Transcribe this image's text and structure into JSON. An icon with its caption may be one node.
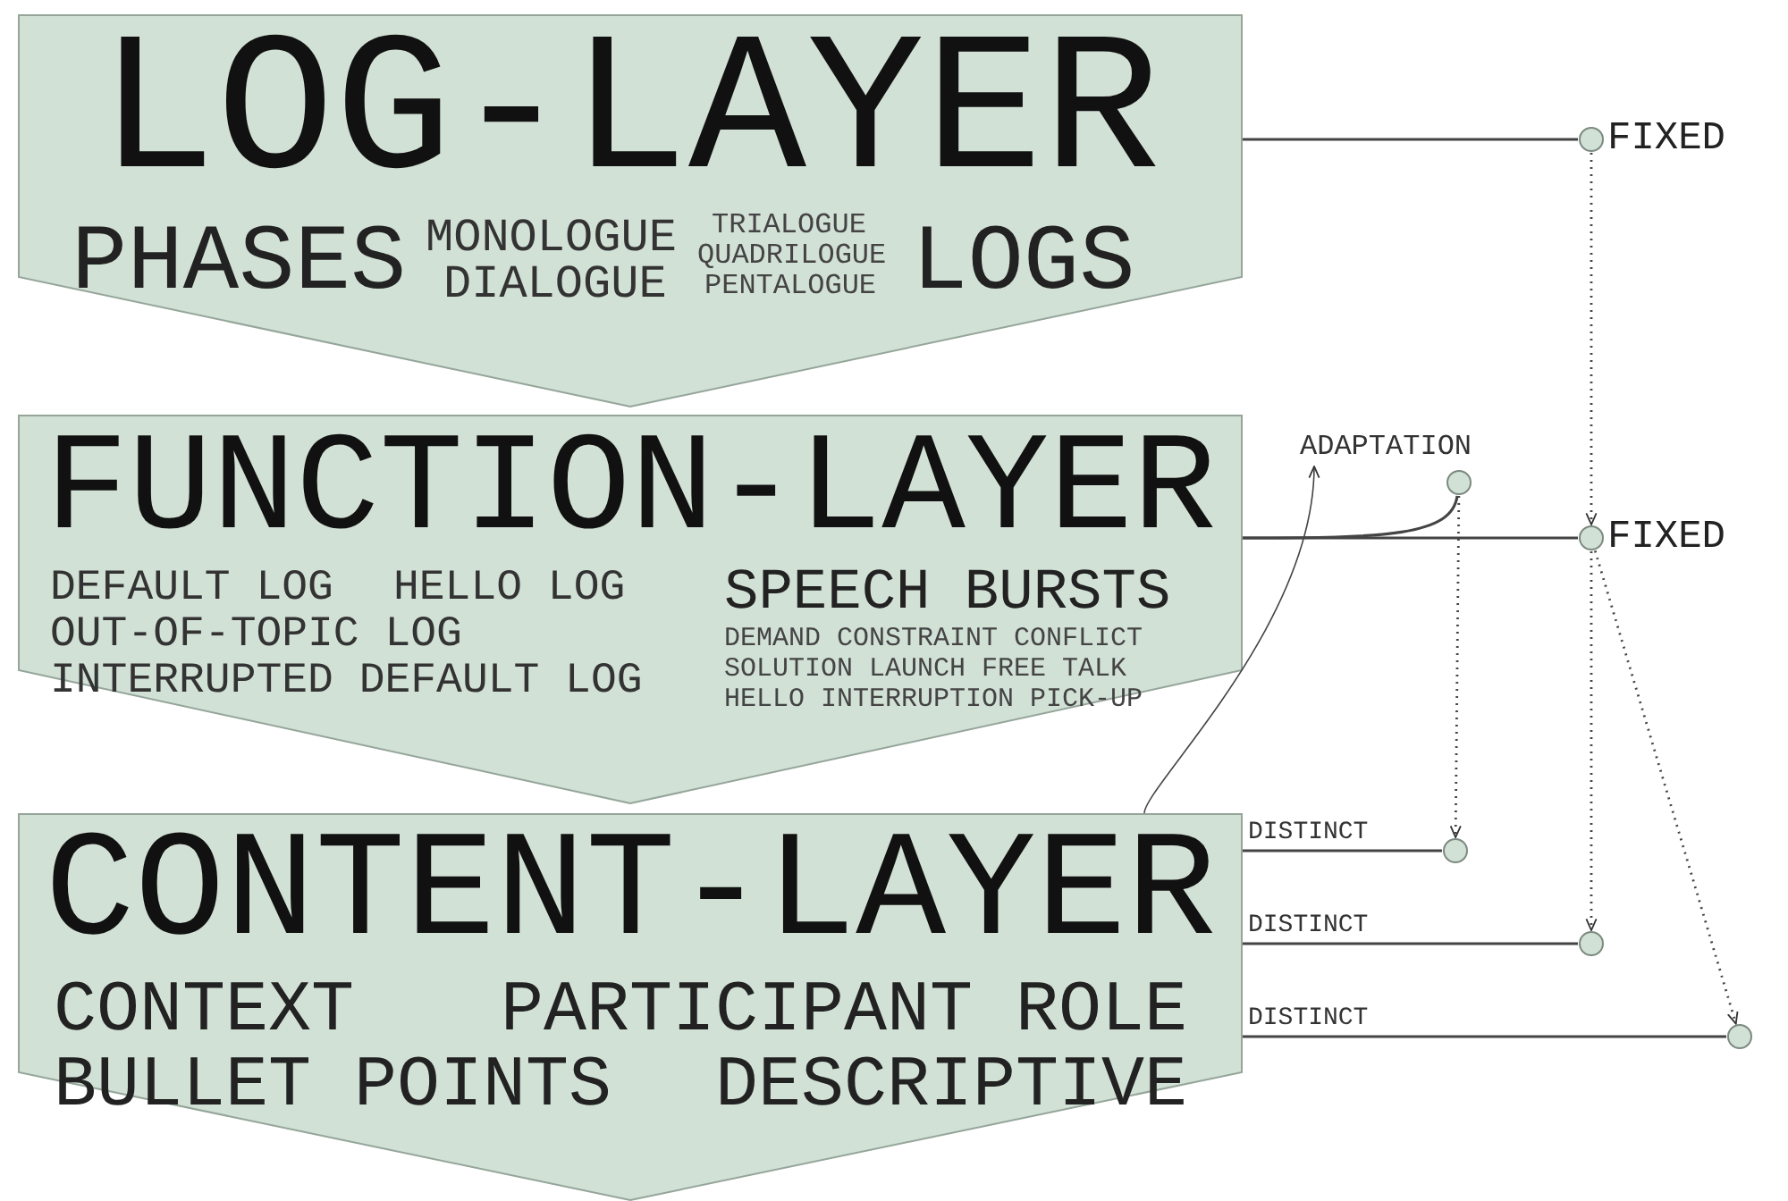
{
  "diagram": {
    "nodes": [
      {
        "text": [
          "LOG-LAYER",
          "PHASES",
          "MONOLOGUE",
          "DIALOGUE",
          "TRIALOGUE",
          "QUADRILOGUE",
          "PENTALOGUE",
          "LOGS"
        ]
      },
      {
        "text": [
          "FUNCTION-LAYER",
          "DEFAULT LOG",
          "HELLO LOG",
          "OUT-OF-TOPIC LOG",
          "INTERRUPTED DEFAULT LOG",
          "SPEECH BURSTS",
          "DEMAND CONSTRAINT CONFLICT",
          "SOLUTION LAUNCH FREE TALK",
          "HELLO INTERRUPTION PICK-UP"
        ]
      },
      {
        "text": [
          "CONTENT-LAYER",
          "CONTEXT",
          "PARTICIPANT ROLE",
          "BULLET POINTS",
          "DESCRIPTIVE"
        ]
      },
      {
        "text": [],
        "shape": "circle",
        "beside": [
          "FIXED"
        ]
      },
      {
        "text": [],
        "shape": "circle",
        "beside": [
          "FIXED"
        ]
      },
      {
        "text": [
          "ADAPTATION"
        ]
      },
      {
        "text": [],
        "shape": "circle"
      },
      {
        "text": [],
        "shape": "circle"
      },
      {
        "text": [],
        "shape": "circle"
      },
      {
        "text": [],
        "shape": "circle"
      }
    ],
    "edges": [
      {
        "from": 0,
        "to": 3,
        "arrow": "none"
      },
      {
        "from": 1,
        "to": 4,
        "arrow": "none"
      },
      {
        "from": 1,
        "to": 6,
        "arrow": "none"
      },
      {
        "from": 3,
        "to": 4,
        "arrow": "to",
        "style": "dashed"
      },
      {
        "from": 6,
        "to": 7,
        "arrow": "to",
        "style": "dashed"
      },
      {
        "from": 4,
        "to": 8,
        "arrow": "to",
        "style": "dashed"
      },
      {
        "from": 4,
        "to": 9,
        "arrow": "to",
        "style": "dashed"
      },
      {
        "from": 2,
        "to": 7,
        "arrow": "none",
        "label": "DISTINCT"
      },
      {
        "from": 2,
        "to": 8,
        "arrow": "none",
        "label": "DISTINCT"
      },
      {
        "from": 2,
        "to": 9,
        "arrow": "none",
        "label": "DISTINCT"
      },
      {
        "from": 2,
        "to": 5,
        "arrow": "to"
      }
    ]
  }
}
